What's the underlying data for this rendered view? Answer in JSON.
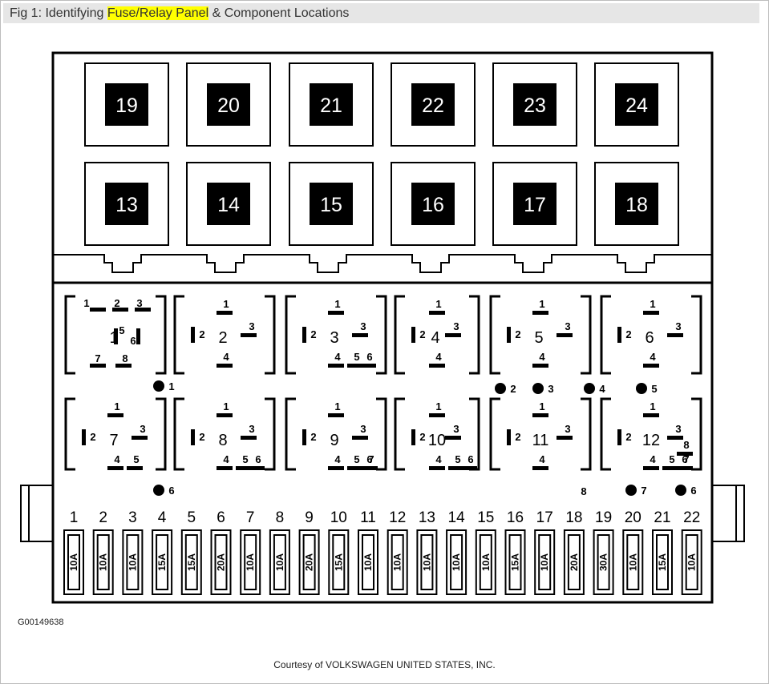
{
  "header": {
    "prefix": "Fig 1: Identifying ",
    "highlight": "Fuse/Relay Panel",
    "suffix": " & Component Locations"
  },
  "panel": {
    "relay_sockets_top": [
      "19",
      "20",
      "21",
      "22",
      "23",
      "24"
    ],
    "relay_sockets_middle": [
      "13",
      "14",
      "15",
      "16",
      "17",
      "18"
    ],
    "relay_positions_row1": [
      {
        "number": "1",
        "pins": [
          "1",
          "2",
          "3",
          "5",
          "6",
          "7",
          "8"
        ]
      },
      {
        "number": "2",
        "pins": [
          "1",
          "2",
          "3",
          "4"
        ]
      },
      {
        "number": "3",
        "pins": [
          "1",
          "2",
          "3",
          "4",
          "5",
          "6"
        ]
      },
      {
        "number": "4",
        "pins": [
          "1",
          "2",
          "3",
          "4"
        ]
      },
      {
        "number": "5",
        "pins": [
          "1",
          "2",
          "3",
          "4"
        ]
      },
      {
        "number": "6",
        "pins": [
          "1",
          "2",
          "3",
          "4"
        ]
      }
    ],
    "relay_positions_row2": [
      {
        "number": "7",
        "pins": [
          "1",
          "2",
          "3",
          "4",
          "5"
        ]
      },
      {
        "number": "8",
        "pins": [
          "1",
          "2",
          "3",
          "4",
          "5",
          "6"
        ]
      },
      {
        "number": "9",
        "pins": [
          "1",
          "2",
          "3",
          "4",
          "5",
          "6",
          "7"
        ]
      },
      {
        "number": "10",
        "pins": [
          "1",
          "2",
          "3",
          "4",
          "5",
          "6"
        ]
      },
      {
        "number": "11",
        "pins": [
          "1",
          "2",
          "3",
          "4"
        ]
      },
      {
        "number": "12",
        "pins": [
          "1",
          "2",
          "3",
          "4",
          "5",
          "6",
          "7",
          "8"
        ]
      }
    ],
    "connector_points": [
      "1",
      "2",
      "3",
      "4",
      "5",
      "6",
      "8",
      "7",
      "6"
    ],
    "fuse_numbers": [
      "1",
      "2",
      "3",
      "4",
      "5",
      "6",
      "7",
      "8",
      "9",
      "10",
      "11",
      "12",
      "13",
      "14",
      "15",
      "16",
      "17",
      "18",
      "19",
      "20",
      "21",
      "22"
    ],
    "fuse_ratings": [
      "10A",
      "10A",
      "10A",
      "15A",
      "15A",
      "20A",
      "10A",
      "10A",
      "20A",
      "15A",
      "10A",
      "10A",
      "10A",
      "10A",
      "10A",
      "15A",
      "10A",
      "20A",
      "30A",
      "10A",
      "15A",
      "10A"
    ]
  },
  "footer": {
    "code": "G00149638",
    "courtesy": "Courtesy of VOLKSWAGEN UNITED STATES, INC."
  }
}
